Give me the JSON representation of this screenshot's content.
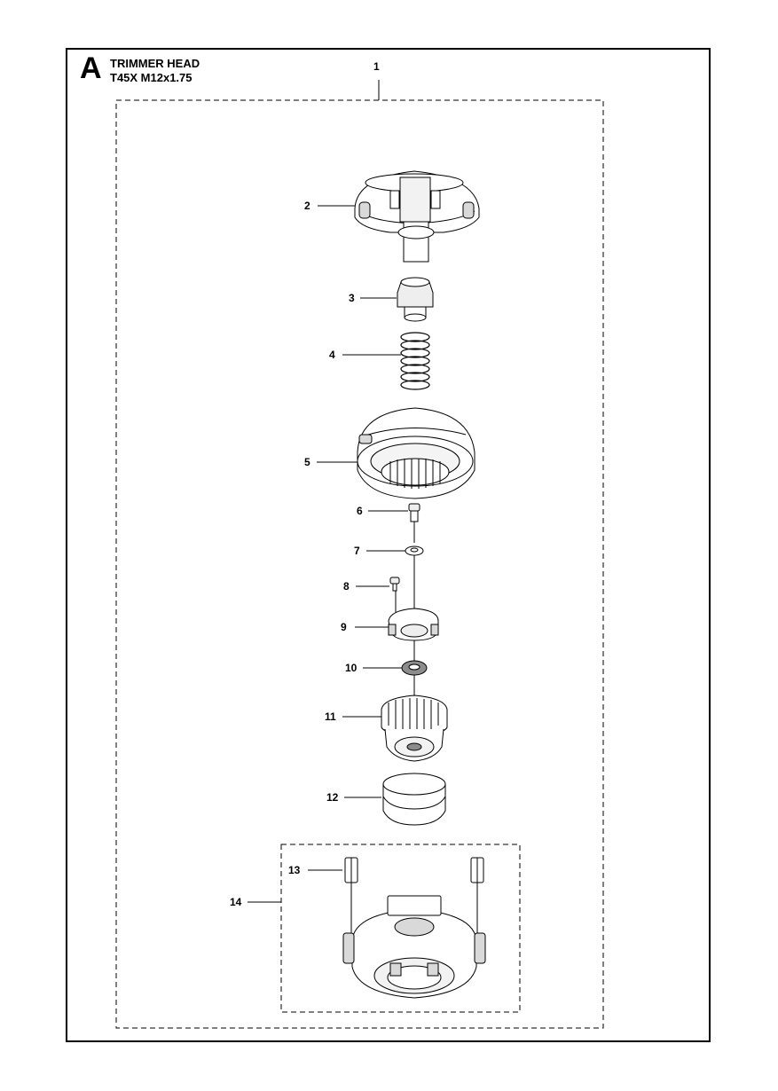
{
  "header": {
    "section_letter": "A",
    "title_line1": "TRIMMER HEAD",
    "title_line2": "T45X M12x1.75"
  },
  "callouts": [
    {
      "id": "1",
      "label": "1"
    },
    {
      "id": "2",
      "label": "2"
    },
    {
      "id": "3",
      "label": "3"
    },
    {
      "id": "4",
      "label": "4"
    },
    {
      "id": "5",
      "label": "5"
    },
    {
      "id": "6",
      "label": "6"
    },
    {
      "id": "7",
      "label": "7"
    },
    {
      "id": "8",
      "label": "8"
    },
    {
      "id": "9",
      "label": "9"
    },
    {
      "id": "10",
      "label": "10"
    },
    {
      "id": "11",
      "label": "11"
    },
    {
      "id": "12",
      "label": "12"
    },
    {
      "id": "13",
      "label": "13"
    },
    {
      "id": "14",
      "label": "14"
    }
  ],
  "colors": {
    "line": "#000000",
    "fill": "#ffffff",
    "shade": "#d9d9d9",
    "dark": "#8c8c8c"
  }
}
